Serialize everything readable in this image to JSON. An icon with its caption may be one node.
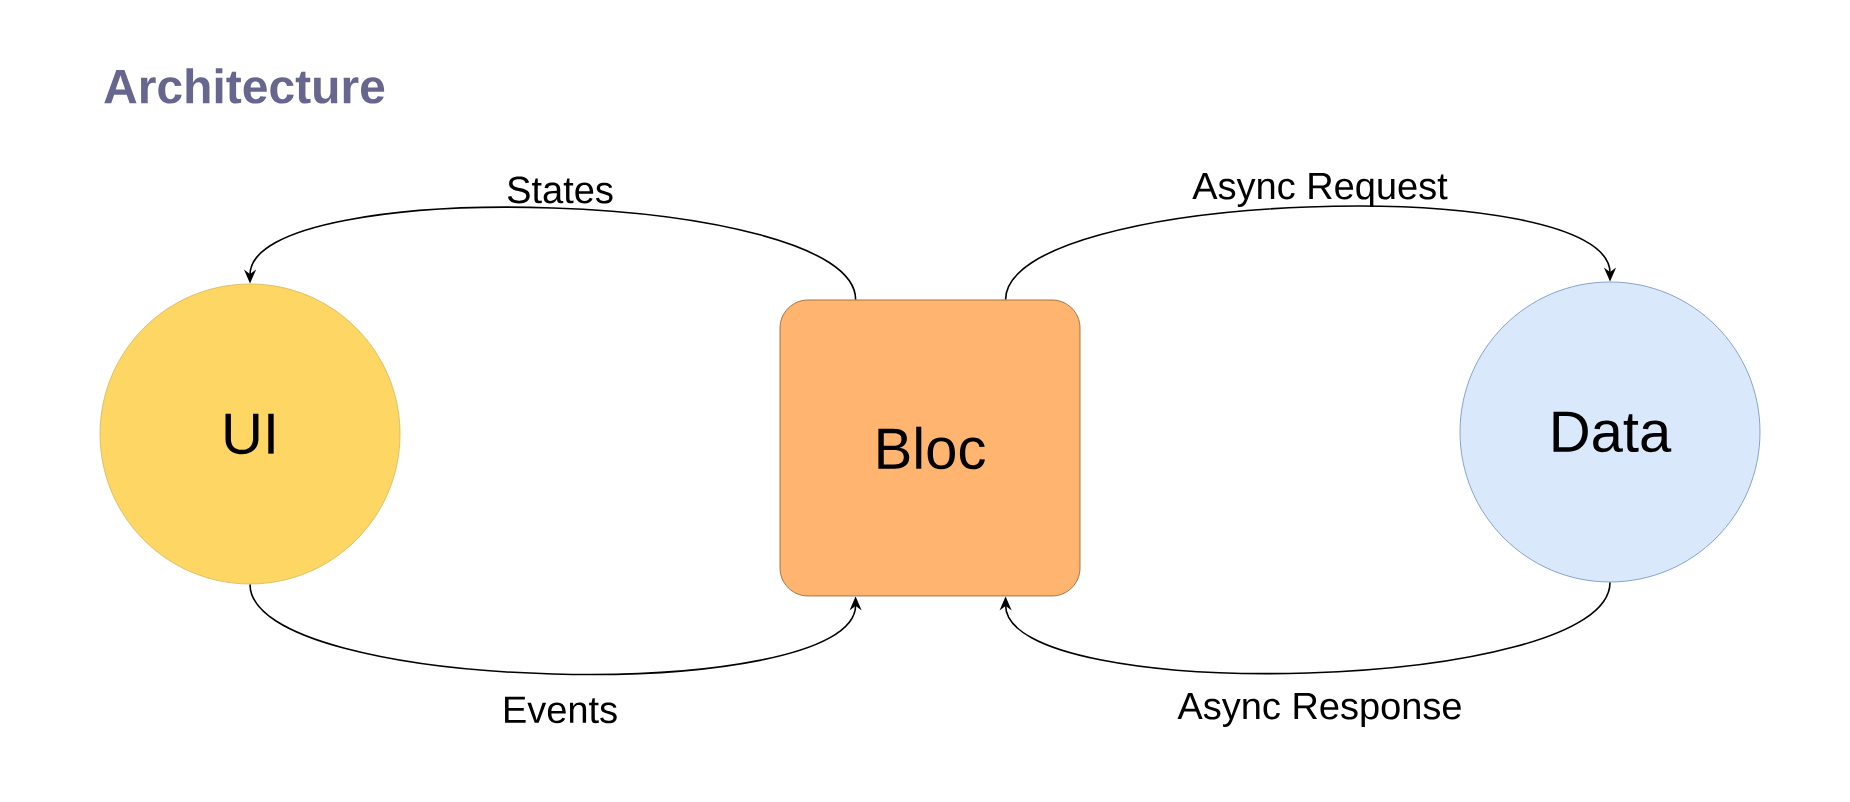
{
  "diagram": {
    "title": "Architecture",
    "nodes": [
      {
        "text": [
          "UI"
        ]
      },
      {
        "text": [
          "Bloc"
        ]
      },
      {
        "text": [
          "Data"
        ]
      }
    ],
    "edges": [
      {
        "from": 1,
        "to": 0,
        "arrow": "to",
        "label": "States"
      },
      {
        "from": 0,
        "to": 1,
        "arrow": "to",
        "label": "Events"
      },
      {
        "from": 1,
        "to": 2,
        "arrow": "to",
        "label": "Async Request"
      },
      {
        "from": 2,
        "to": 1,
        "arrow": "to",
        "label": "Async Response"
      }
    ]
  }
}
